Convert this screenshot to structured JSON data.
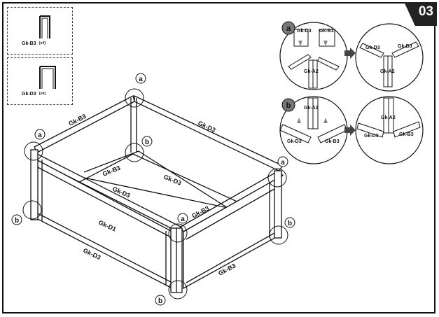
{
  "step": {
    "number": "03"
  },
  "parts_list": [
    {
      "label": "Gk-B3",
      "qty_mark": "[x4]"
    },
    {
      "label": "Gk-D3",
      "qty_mark": "[x4]"
    }
  ],
  "callout_markers": {
    "a": "a",
    "b": "b"
  },
  "main_labels": {
    "top_back_left": "Gk-B3",
    "top_back_right": "Gk-D3",
    "bottom_back_left": "Gk-B3",
    "bottom_back_right": "Gk-D3",
    "bottom_front_left": "Gk-D3",
    "bottom_front_right": "Gk-B3",
    "front_panel": "Gk-D1",
    "front_bottom": "Gk-D3",
    "right_bottom": "Gk-B3"
  },
  "detail_a": {
    "before": {
      "left": "Gk-D3",
      "right": "Gk-B3",
      "post": "Gk-A2"
    },
    "after": {
      "left": "Gk-D3",
      "right": "Gk-B3",
      "post": "Gk-A2"
    }
  },
  "detail_b": {
    "before": {
      "post": "Gk-A2",
      "left": "Gk-D3",
      "right": "Gk-B3"
    },
    "after": {
      "post": "Gk-A2",
      "left": "Gk-D3",
      "right": "Gk-B3"
    }
  }
}
